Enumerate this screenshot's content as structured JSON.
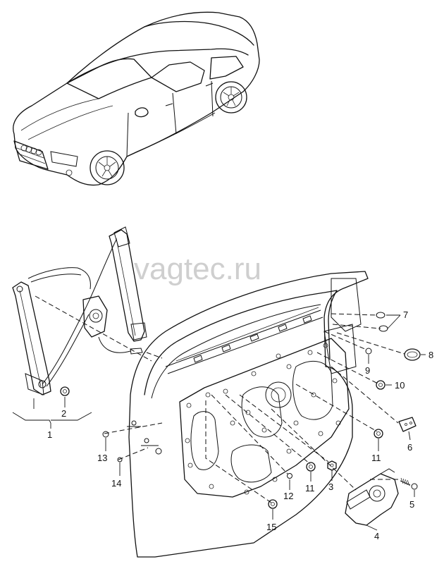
{
  "watermark": "vagtec.ru",
  "callouts": {
    "c1": "1",
    "c2": "2",
    "c3": "3",
    "c4": "4",
    "c5": "5",
    "c6": "6",
    "c7": "7",
    "c8": "8",
    "c9": "9",
    "c10": "10",
    "c11a": "11",
    "c11b": "11",
    "c12": "12",
    "c13": "13",
    "c14": "14",
    "c15": "15"
  }
}
